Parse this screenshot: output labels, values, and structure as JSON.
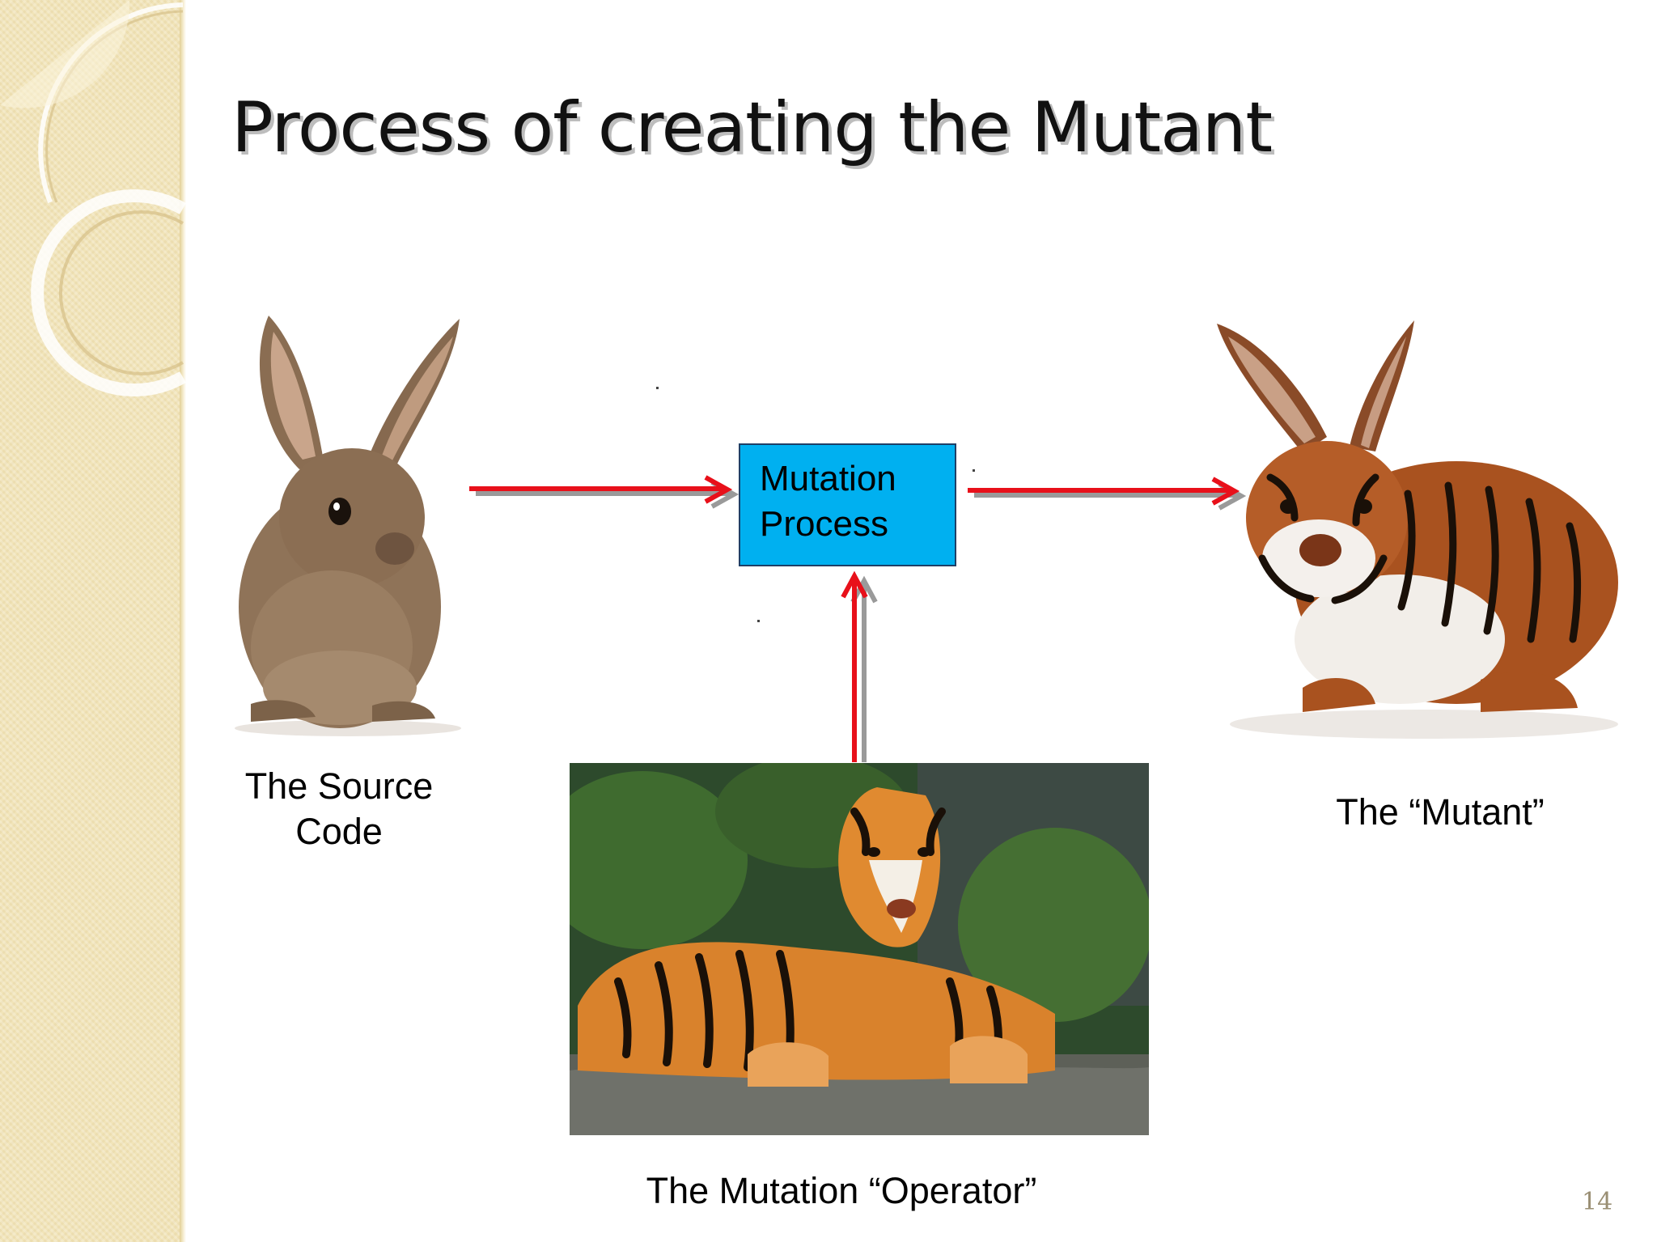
{
  "slide": {
    "title": "Process of creating the Mutant",
    "page_number": "14"
  },
  "diagram": {
    "process_box": {
      "line1": "Mutation",
      "line2": "Process",
      "color": "#00b0f0"
    },
    "arrow_color": "#e8101a",
    "labels": {
      "source_line1": "The Source",
      "source_line2": "Code",
      "mutant": "The “Mutant”",
      "operator": "The Mutation “Operator”"
    }
  },
  "images": [
    {
      "name": "rabbit-photo"
    },
    {
      "name": "tiger-photo"
    },
    {
      "name": "tiger-rabbit-photo"
    }
  ]
}
